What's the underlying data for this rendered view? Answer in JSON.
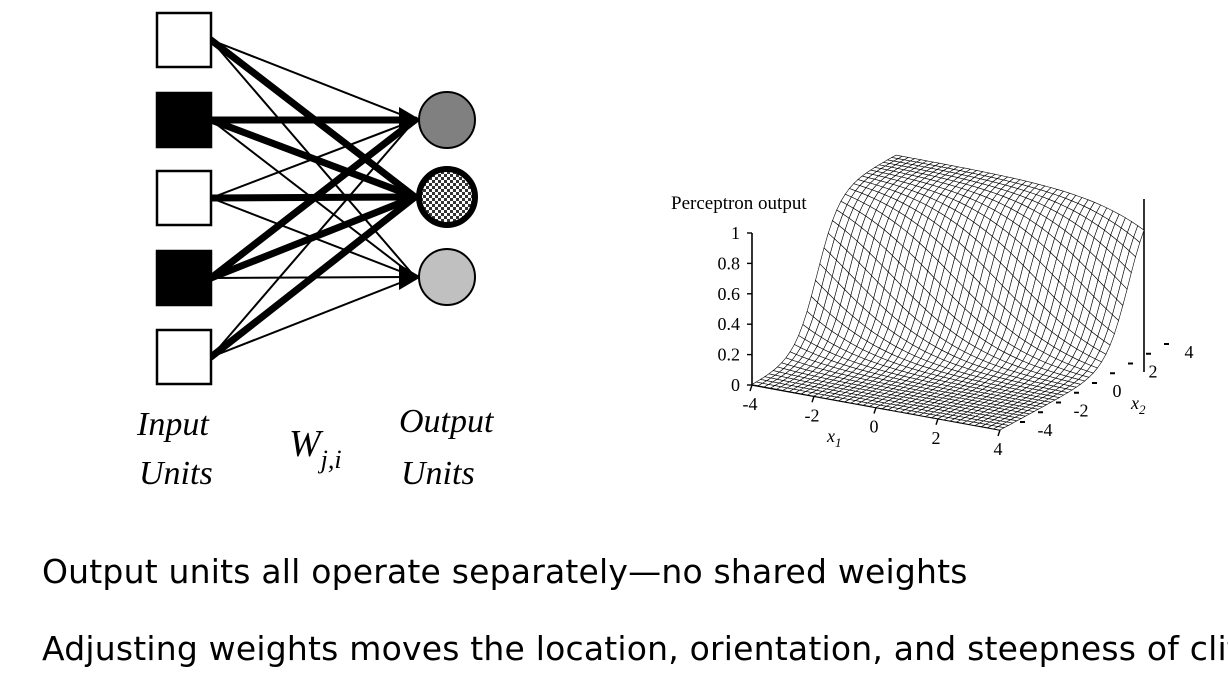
{
  "network": {
    "input_label_1": "Input",
    "input_label_2": "Units",
    "weight_label": "W",
    "weight_subscript": "j,i",
    "output_label_1": "Output",
    "output_label_2": "Units",
    "input_units": [
      {
        "state": "off",
        "fill": "#ffffff"
      },
      {
        "state": "on",
        "fill": "#000000"
      },
      {
        "state": "off",
        "fill": "#ffffff"
      },
      {
        "state": "on",
        "fill": "#000000"
      },
      {
        "state": "off",
        "fill": "#ffffff"
      }
    ],
    "output_units": [
      {
        "fill": "#808080",
        "pattern": "solid"
      },
      {
        "fill": "#555555",
        "pattern": "checker",
        "highlighted": true
      },
      {
        "fill": "#c0c0c0",
        "pattern": "solid"
      }
    ]
  },
  "plot": {
    "z_title": "Perceptron output",
    "z_ticks": [
      "0",
      "0.2",
      "0.4",
      "0.6",
      "0.8",
      "1"
    ],
    "x1_ticks": [
      "-4",
      "-2",
      "0",
      "2",
      "4"
    ],
    "x1_label": "x",
    "x1_sub": "1",
    "x2_ticks": [
      "-4",
      "-2",
      "0",
      "2",
      "4"
    ],
    "x2_label": "x",
    "x2_sub": "2"
  },
  "captions": {
    "line1": "Output units all operate separately—no shared weights",
    "line2": "Adjusting weights moves the location, orientation, and steepness of cliff"
  }
}
